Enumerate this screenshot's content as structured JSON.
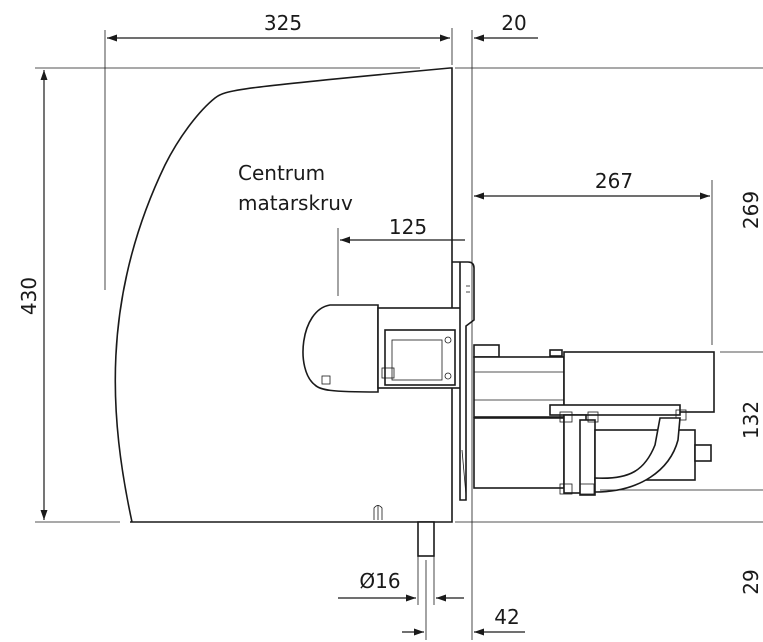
{
  "label": {
    "line1": "Centrum",
    "line2": "matarskruv"
  },
  "dimensions": {
    "width_total": "325",
    "offset_top": "20",
    "height_total": "430",
    "feeder_length": "267",
    "feeder_top": "269",
    "screw_center": "125",
    "feeder_height": "132",
    "bottom_offset": "29",
    "shaft_diameter": "Ø16",
    "shaft_offset": "42"
  }
}
